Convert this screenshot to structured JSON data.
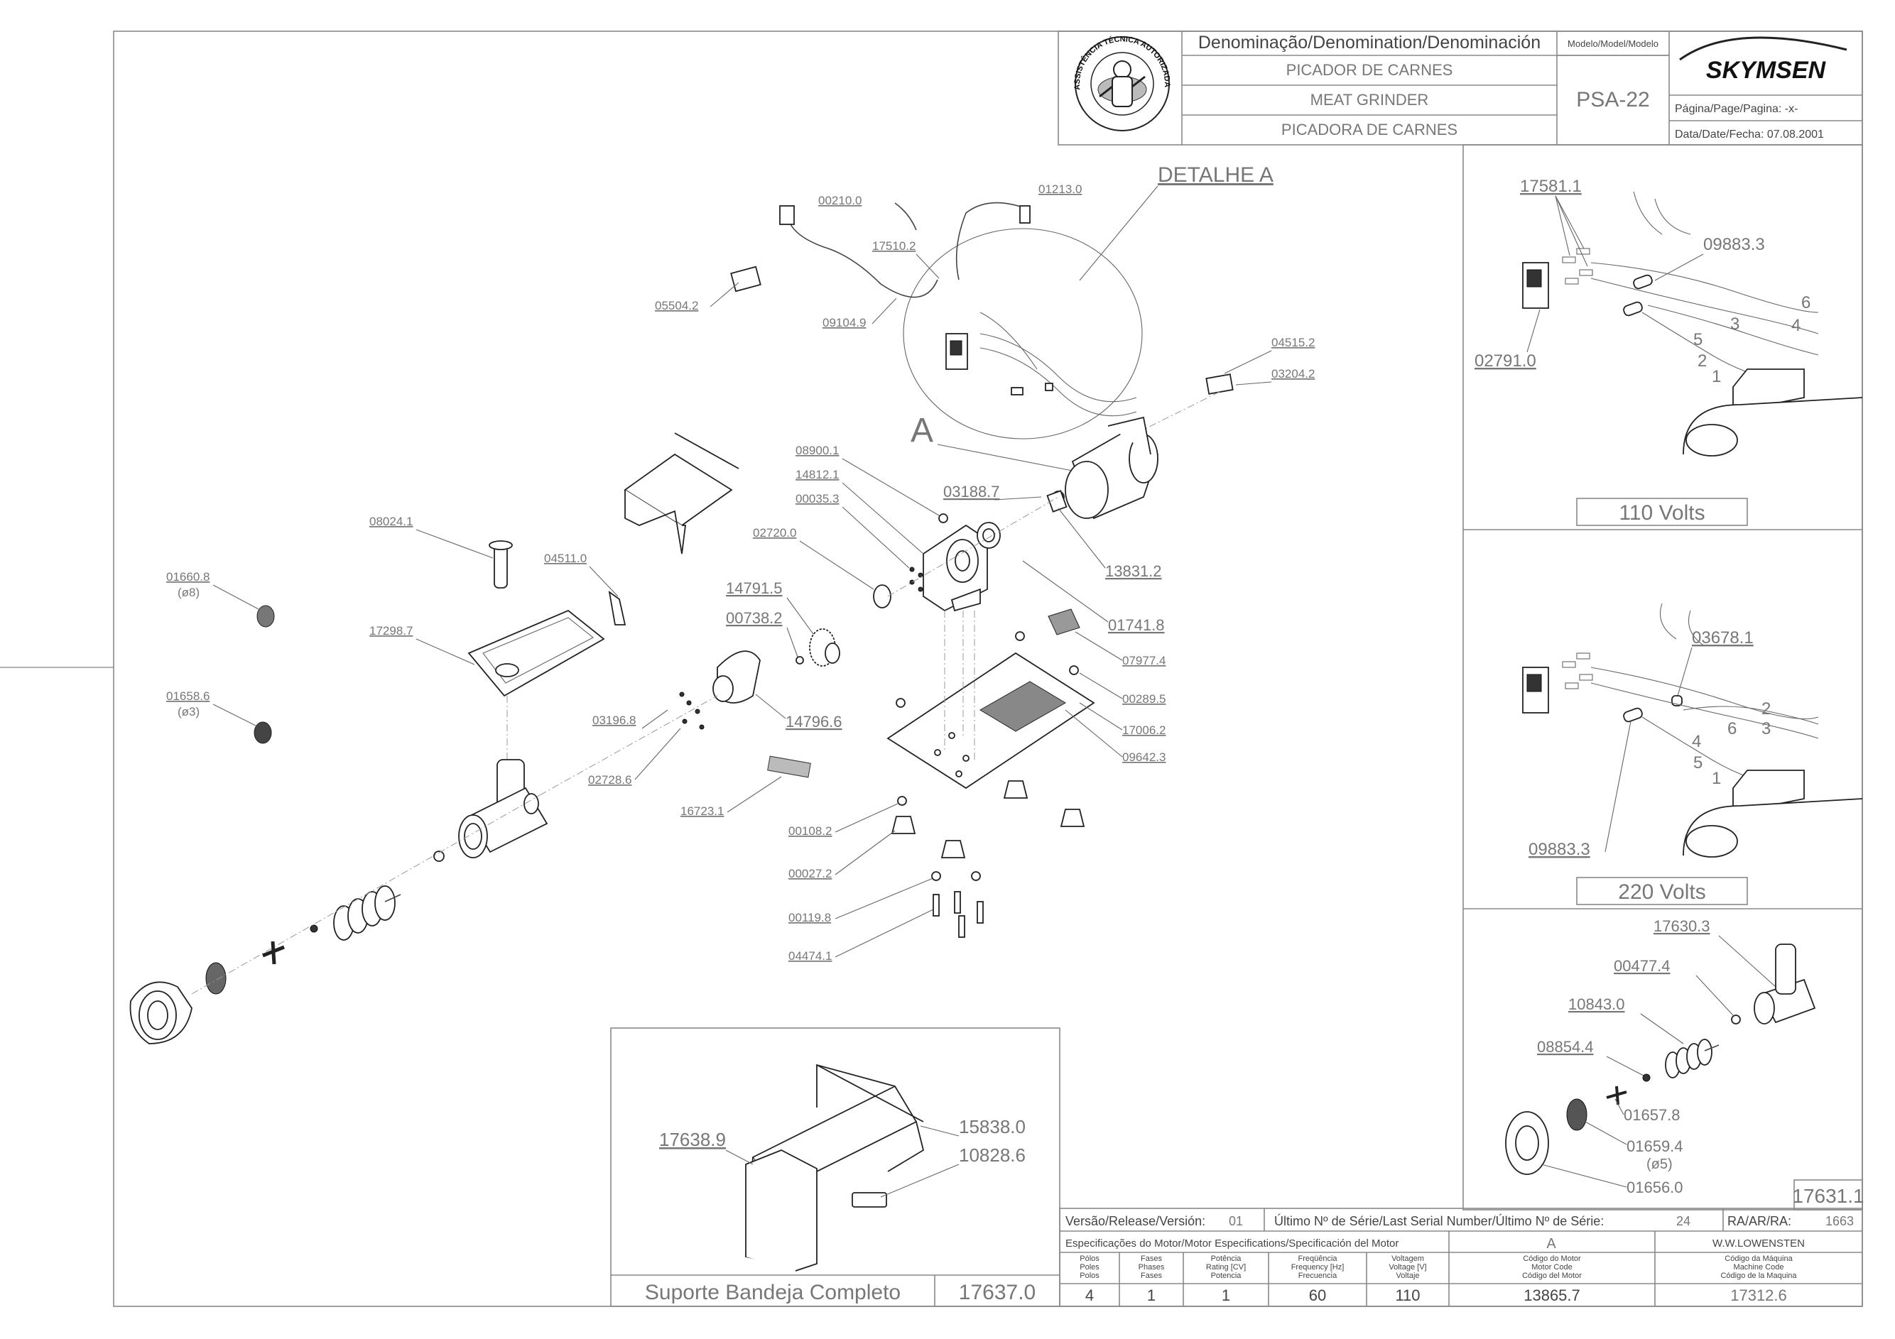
{
  "title_block": {
    "denomination_header": "Denominação/Denomination/Denominación",
    "names": [
      "PICADOR DE CARNES",
      "MEAT  GRINDER",
      "PICADORA DE CARNES"
    ],
    "model_header": "Modelo/Model/Modelo",
    "model": "PSA-22",
    "brand": "SKYMSEN",
    "page": "Página/Page/Pagina:  -x-",
    "date": "Data/Date/Fecha: 07.08.2001",
    "seal_text": "ASSISTÊNCIA TÉCNICA AUTORIZADA"
  },
  "detail": {
    "label": "DETALHE  A",
    "marker": "A"
  },
  "parts": {
    "p00210": "00210.0",
    "p01213": "01213.0",
    "p17510": "17510.2",
    "p05504": "05504.2",
    "p09104": "09104.9",
    "p04515": "04515.2",
    "p03204": "03204.2",
    "p08900": "08900.1",
    "p14812": "14812.1",
    "p00035": "00035.3",
    "p03188": "03188.7",
    "p02720": "02720.0",
    "p13831": "13831.2",
    "p14791": "14791.5",
    "p00738": "00738.2",
    "p01741": "01741.8",
    "p07977": "07977.4",
    "p08024": "08024.1",
    "p04511": "04511.0",
    "p01660": "01660.8",
    "p01660_sub": "(ø8)",
    "p17298": "17298.7",
    "p01658": "01658.6",
    "p01658_sub": "(ø3)",
    "p03196": "03196.8",
    "p14796": "14796.6",
    "p00289": "00289.5",
    "p17006": "17006.2",
    "p09642": "09642.3",
    "p02728": "02728.6",
    "p16723": "16723.1",
    "p00108": "00108.2",
    "p00027": "00027.2",
    "p00119": "00119.8",
    "p04474": "04474.1"
  },
  "panel_110": {
    "p17581": "17581.1",
    "p09883": "09883.3",
    "p02791": "02791.0",
    "wires": [
      "6",
      "3",
      "4",
      "5",
      "2",
      "1"
    ],
    "label": "110  Volts"
  },
  "panel_220": {
    "p03678": "03678.1",
    "p09883": "09883.3",
    "wires": [
      "2",
      "6",
      "3",
      "4",
      "5",
      "1"
    ],
    "label": "220  Volts"
  },
  "panel_17631": {
    "p17630": "17630.3",
    "p00477": "00477.4",
    "p10843": "10843.0",
    "p08854": "08854.4",
    "p01657": "01657.8",
    "p01659": "01659.4",
    "p01659_sub": "(ø5)",
    "p01656": "01656.0",
    "code": "17631.1"
  },
  "tray_panel": {
    "p17638": "17638.9",
    "p15838": "15838.0",
    "p10828": "10828.6",
    "name": "Suporte  Bandeja  Completo",
    "code": "17637.0"
  },
  "bottom_block": {
    "version_label": "Versão/Release/Versión:",
    "version": "01",
    "serial_label": "Último Nº de Série/Last Serial Number/Último Nº de Série:",
    "serial": "24",
    "ra_label": "RA/AR/RA:",
    "ra": "1663",
    "motor_spec_label": "Especificações do Motor/Motor Especifications/Specificación del Motor",
    "column_a": "A",
    "company": "W.W.LOWENSTEN",
    "headers": [
      [
        "Pólos",
        "Poles",
        "Polos"
      ],
      [
        "Fases",
        "Phases",
        "Fases"
      ],
      [
        "Potência",
        "Rating [CV]",
        "Potencia"
      ],
      [
        "Freqüência",
        "Frequency [Hz]",
        "Frecuencia"
      ],
      [
        "Voltagem",
        "Voltage [V]",
        "Voltaje"
      ],
      [
        "Código do Motor",
        "Motor Code",
        "Código del Motor"
      ],
      [
        "Código da Máquina",
        "Machine Code",
        "Código de la Maquina"
      ]
    ],
    "values": [
      "4",
      "1",
      "1",
      "60",
      "110",
      "13865.7",
      "17312.6"
    ]
  }
}
